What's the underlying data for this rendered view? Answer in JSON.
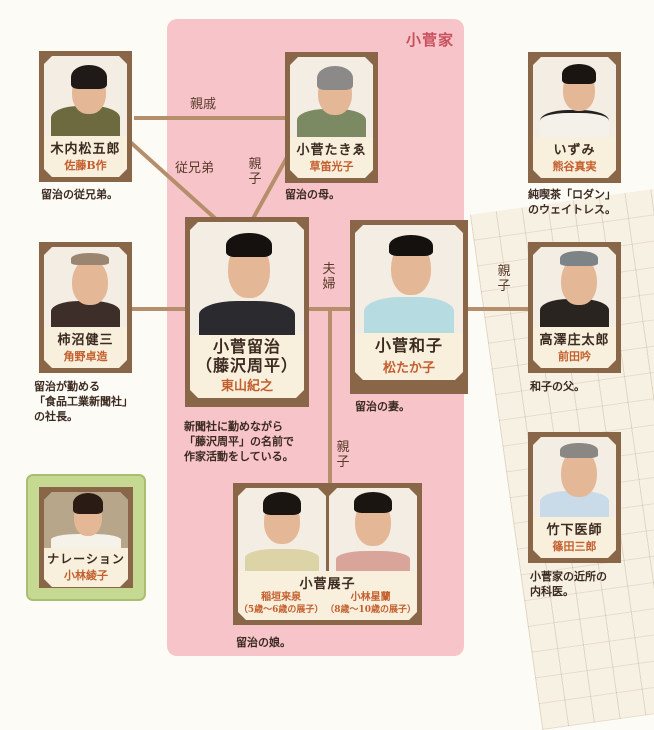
{
  "family_group": {
    "title": "小菅家",
    "color": "#f7c4c9",
    "title_color": "#c8505d"
  },
  "relations": {
    "relatives": "親戚",
    "cousin": "従兄弟",
    "parent_child_taki": "親子",
    "married": "夫婦",
    "parent_child_kazuko_father": "親子",
    "parent_child_daughter": "親子"
  },
  "characters": {
    "kiuchi": {
      "role": "木内松五郎",
      "actor": "佐藤B作",
      "desc": "留治の従兄弟。"
    },
    "taki": {
      "role": "小菅たきゑ",
      "actor": "草笛光子",
      "desc": "留治の母。"
    },
    "izumi": {
      "role": "いずみ",
      "actor": "熊谷真実",
      "desc_1": "純喫茶「ロダン」",
      "desc_2": "のウェイトレス。"
    },
    "kakinuma": {
      "role": "柿沼健三",
      "actor": "角野卓造",
      "desc_1": "留治が勤める",
      "desc_2": "「食品工業新聞社」",
      "desc_3": "の社長。"
    },
    "tomeji": {
      "role_1": "小菅留治",
      "role_2": "（藤沢周平）",
      "actor": "東山紀之",
      "desc_1": "新聞社に勤めながら",
      "desc_2": "「藤沢周平」の名前で",
      "desc_3": "作家活動をしている。"
    },
    "kazuko": {
      "role": "小菅和子",
      "actor": "松たか子",
      "desc": "留治の妻。"
    },
    "takazawa": {
      "role": "高澤庄太郎",
      "actor": "前田吟",
      "desc": "和子の父。"
    },
    "nobuko": {
      "role": "小菅展子",
      "actor_1": "稲垣来泉",
      "age_1": "（5歳～6歳の展子）",
      "actor_2": "小林星蘭",
      "age_2": "（8歳～10歳の展子）",
      "desc": "留治の娘。"
    },
    "narration": {
      "role": "ナレーション",
      "actor": "小林綾子"
    },
    "takeshita": {
      "role": "竹下医師",
      "actor": "篠田三郎",
      "desc_1": "小菅家の近所の",
      "desc_2": "内科医。"
    }
  }
}
